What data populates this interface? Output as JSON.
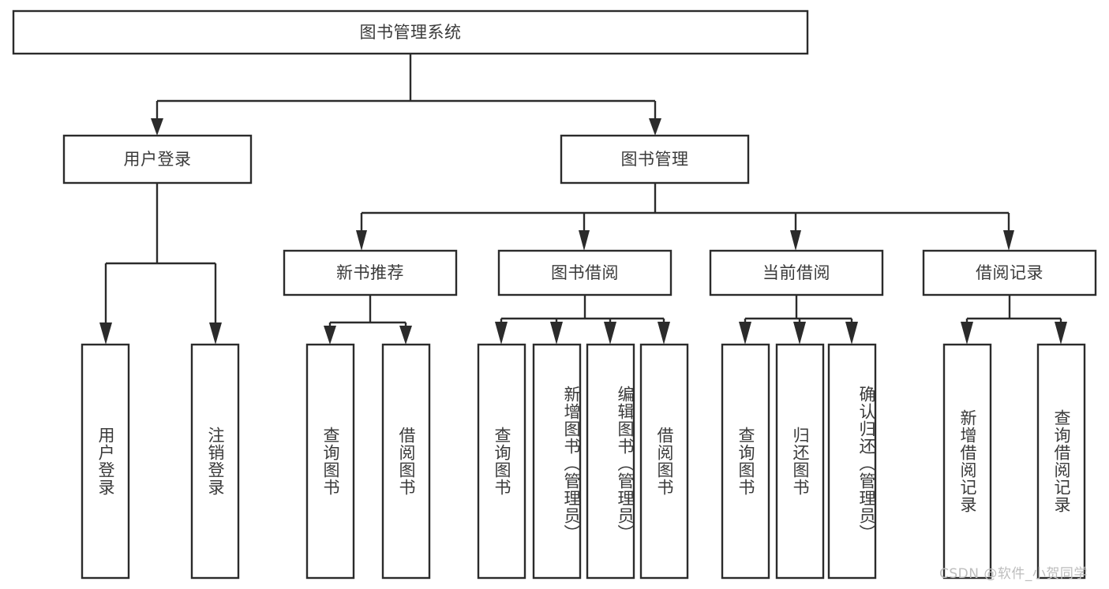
{
  "diagram": {
    "title": "图书管理系统",
    "type": "hierarchy-tree",
    "watermark": "CSDN @软件_小贺同学",
    "colors": {
      "background": "#ffffff",
      "box_border": "#2b2b2b",
      "box_fill": "#ffffff",
      "text": "#3a3a3a",
      "connector": "#2b2b2b",
      "watermark": "#bdbdbd"
    },
    "nodes": {
      "root": {
        "label": "图书管理系统",
        "orientation": "horizontal",
        "level": 1
      },
      "l2": [
        {
          "id": "user-login",
          "label": "用户登录",
          "orientation": "horizontal",
          "level": 2
        },
        {
          "id": "book-manage",
          "label": "图书管理",
          "orientation": "horizontal",
          "level": 2
        }
      ],
      "l3": [
        {
          "id": "new-book-rec",
          "label": "新书推荐",
          "orientation": "horizontal",
          "level": 3
        },
        {
          "id": "book-borrow",
          "label": "图书借阅",
          "orientation": "horizontal",
          "level": 3
        },
        {
          "id": "current-borrow",
          "label": "当前借阅",
          "orientation": "horizontal",
          "level": 3
        },
        {
          "id": "borrow-record",
          "label": "借阅记录",
          "orientation": "horizontal",
          "level": 3
        }
      ],
      "leaves": [
        {
          "id": "leaf-user-login",
          "label": "用户登录",
          "parent": "user-login",
          "orientation": "vertical"
        },
        {
          "id": "leaf-logout",
          "label": "注销登录",
          "parent": "user-login",
          "orientation": "vertical"
        },
        {
          "id": "leaf-query-book-1",
          "label": "查询图书",
          "parent": "new-book-rec",
          "orientation": "vertical"
        },
        {
          "id": "leaf-borrow-book-1",
          "label": "借阅图书",
          "parent": "new-book-rec",
          "orientation": "vertical"
        },
        {
          "id": "leaf-query-book-2",
          "label": "查询图书",
          "parent": "book-borrow",
          "orientation": "vertical"
        },
        {
          "id": "leaf-add-book",
          "label": "新增图书（管理员）",
          "parent": "book-borrow",
          "orientation": "vertical"
        },
        {
          "id": "leaf-edit-book",
          "label": "编辑图书（管理员）",
          "parent": "book-borrow",
          "orientation": "vertical"
        },
        {
          "id": "leaf-borrow-book-2",
          "label": "借阅图书",
          "parent": "book-borrow",
          "orientation": "vertical"
        },
        {
          "id": "leaf-query-book-3",
          "label": "查询图书",
          "parent": "current-borrow",
          "orientation": "vertical"
        },
        {
          "id": "leaf-return-book",
          "label": "归还图书",
          "parent": "current-borrow",
          "orientation": "vertical"
        },
        {
          "id": "leaf-confirm-return",
          "label": "确认归还（管理员）",
          "parent": "current-borrow",
          "orientation": "vertical"
        },
        {
          "id": "leaf-add-record",
          "label": "新增借阅记录",
          "parent": "borrow-record",
          "orientation": "vertical"
        },
        {
          "id": "leaf-query-record",
          "label": "查询借阅记录",
          "parent": "borrow-record",
          "orientation": "vertical"
        }
      ]
    },
    "edges": [
      {
        "from": "root",
        "to": "user-login"
      },
      {
        "from": "root",
        "to": "book-manage"
      },
      {
        "from": "user-login",
        "to": "leaf-user-login"
      },
      {
        "from": "user-login",
        "to": "leaf-logout"
      },
      {
        "from": "book-manage",
        "to": "new-book-rec"
      },
      {
        "from": "book-manage",
        "to": "book-borrow"
      },
      {
        "from": "book-manage",
        "to": "current-borrow"
      },
      {
        "from": "book-manage",
        "to": "borrow-record"
      },
      {
        "from": "new-book-rec",
        "to": "leaf-query-book-1"
      },
      {
        "from": "new-book-rec",
        "to": "leaf-borrow-book-1"
      },
      {
        "from": "book-borrow",
        "to": "leaf-query-book-2"
      },
      {
        "from": "book-borrow",
        "to": "leaf-add-book"
      },
      {
        "from": "book-borrow",
        "to": "leaf-edit-book"
      },
      {
        "from": "book-borrow",
        "to": "leaf-borrow-book-2"
      },
      {
        "from": "current-borrow",
        "to": "leaf-query-book-3"
      },
      {
        "from": "current-borrow",
        "to": "leaf-return-book"
      },
      {
        "from": "current-borrow",
        "to": "leaf-confirm-return"
      },
      {
        "from": "borrow-record",
        "to": "leaf-add-record"
      },
      {
        "from": "borrow-record",
        "to": "leaf-query-record"
      }
    ]
  }
}
